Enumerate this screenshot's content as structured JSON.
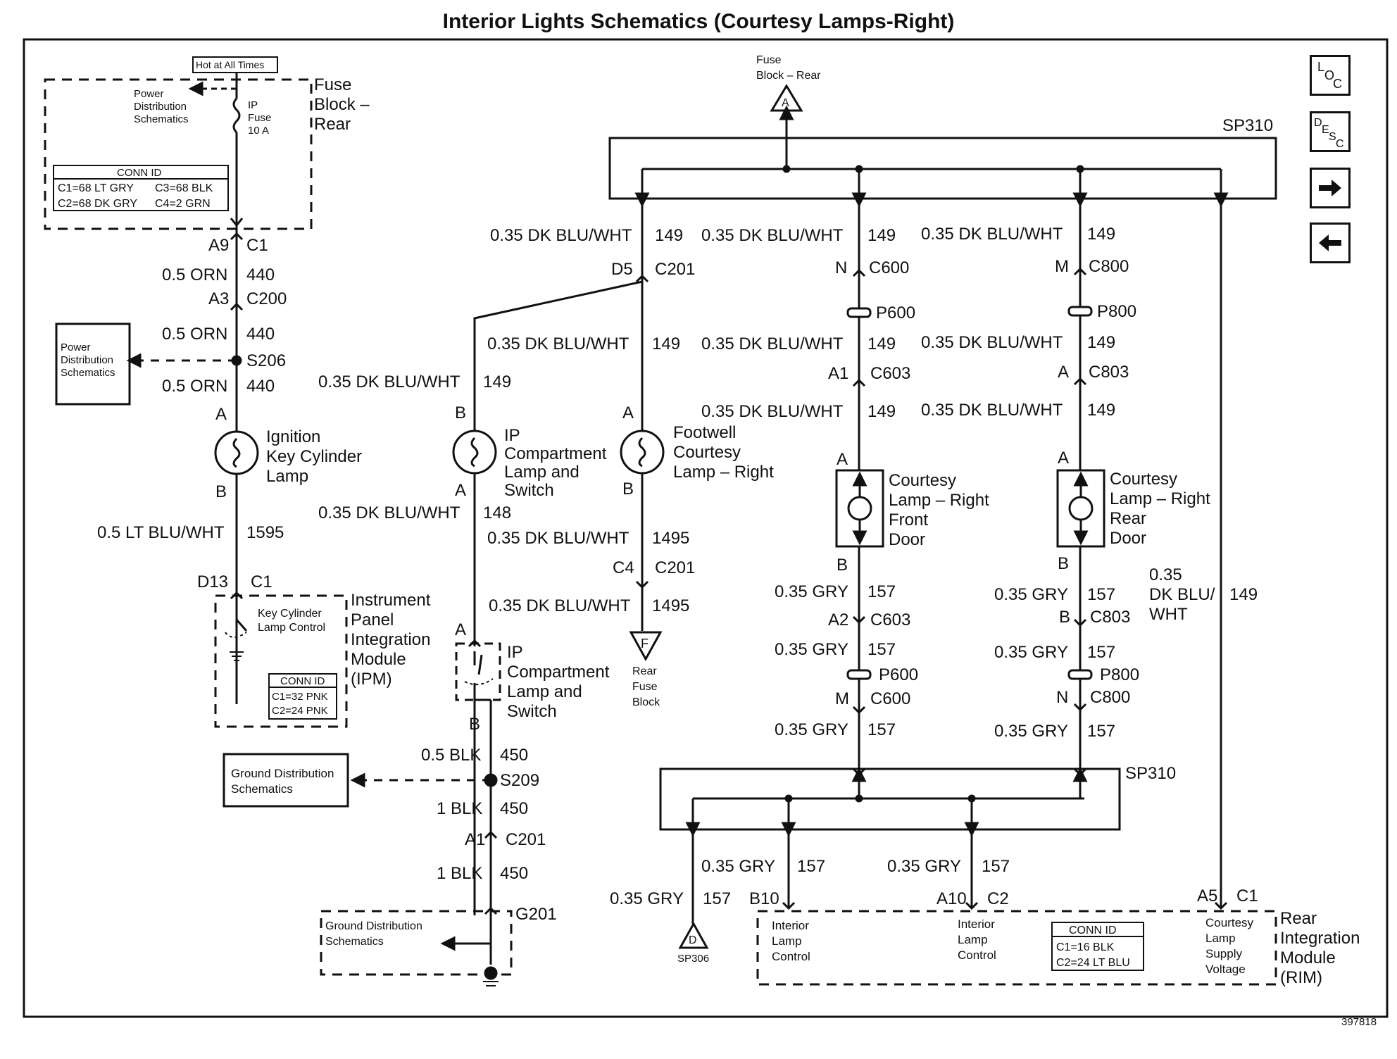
{
  "title": "Interior Lights Schematics (Courtesy Lamps-Right)",
  "doc_id": "397818",
  "nav": {
    "loc_label": [
      "L",
      "O",
      "C"
    ],
    "desc_label": [
      "D",
      "E",
      "S",
      "C"
    ]
  },
  "fuse_block": {
    "hot_label": "Hot at All Times",
    "name": [
      "Fuse",
      "Block –",
      "Rear"
    ],
    "power_dist": [
      "Power",
      "Distribution",
      "Schematics"
    ],
    "fuse": [
      "IP",
      "Fuse",
      "10 A"
    ],
    "conn_id": {
      "title": "CONN ID",
      "rows": [
        "C1=68 LT GRY",
        "C3=68 BLK",
        "C2=68 DK GRY",
        "C4=2 GRN"
      ]
    }
  },
  "left_column": {
    "a9": "A9",
    "c1": "C1",
    "w1_gauge": "0.5 ORN",
    "w1_num": "440",
    "a3": "A3",
    "c200": "C200",
    "w2_gauge": "0.5 ORN",
    "w2_num": "440",
    "power_box": [
      "Power",
      "Distribution",
      "Schematics"
    ],
    "s206": "S206",
    "w3_gauge": "0.5 ORN",
    "w3_num": "440",
    "pin_a": "A",
    "pin_b": "B",
    "lamp": [
      "Ignition",
      "Key Cylinder",
      "Lamp"
    ],
    "w4_gauge": "0.5 LT BLU/WHT",
    "w4_num": "1595",
    "d13": "D13",
    "c1b": "C1",
    "ipm_switch": [
      "Key Cylinder",
      "Lamp Control"
    ],
    "ipm_name": [
      "Instrument",
      "Panel",
      "Integration",
      "Module",
      "(IPM)"
    ],
    "ipm_conn": {
      "title": "CONN ID",
      "rows": [
        "C1=32 PNK",
        "C2=24 PNK"
      ]
    }
  },
  "middle_left": {
    "w1_gauge": "0.35 DK BLU/WHT",
    "w1_num": "149",
    "pin_b": "B",
    "lamp": [
      "IP",
      "Compartment",
      "Lamp and",
      "Switch"
    ],
    "pin_a": "A",
    "w2_gauge": "0.35 DK BLU/WHT",
    "w2_num": "148",
    "pin_a2": "A",
    "switch": [
      "IP",
      "Compartment",
      "Lamp and",
      "Switch"
    ],
    "pin_b2": "B",
    "w3_gauge": "0.5 BLK",
    "w3_num": "450",
    "ground_box": [
      "Ground Distribution",
      "Schematics"
    ],
    "s209": "S209",
    "w4_gauge": "1 BLK",
    "w4_num": "450",
    "a1": "A1",
    "c201": "C201",
    "w5_gauge": "1 BLK",
    "w5_num": "450",
    "g201": "G201",
    "ground_box2": [
      "Ground Distribution",
      "Schematics"
    ]
  },
  "middle": {
    "w1_gauge": "0.35 DK BLU/WHT",
    "w1_num": "149",
    "d5": "D5",
    "c201": "C201",
    "w2_gauge": "0.35 DK BLU/WHT",
    "w2_num": "149",
    "pin_a": "A",
    "pin_b": "B",
    "lamp": [
      "Footwell",
      "Courtesy",
      "Lamp – Right"
    ],
    "w3_gauge": "0.35 DK BLU/WHT",
    "w3_num": "1495",
    "c4": "C4",
    "c201b": "C201",
    "w4_gauge": "0.35 DK BLU/WHT",
    "w4_num": "1495",
    "ref_f": "F",
    "ref_f_label": [
      "Rear",
      "Fuse",
      "Block"
    ]
  },
  "top": {
    "fuse_label": [
      "Fuse",
      "Block – Rear"
    ],
    "ref_a": "A",
    "sp310": "SP310"
  },
  "front_door": {
    "w1_gauge": "0.35 DK BLU/WHT",
    "w1_num": "149",
    "n": "N",
    "c600": "C600",
    "p600": "P600",
    "w2_gauge": "0.35 DK BLU/WHT",
    "w2_num": "149",
    "a1": "A1",
    "c603": "C603",
    "w3_gauge": "0.35 DK BLU/WHT",
    "w3_num": "149",
    "pin_a": "A",
    "pin_b": "B",
    "lamp": [
      "Courtesy",
      "Lamp – Right",
      "Front",
      "Door"
    ],
    "w4_gauge": "0.35 GRY",
    "w4_num": "157",
    "a2": "A2",
    "c603b": "C603",
    "w5_gauge": "0.35 GRY",
    "w5_num": "157",
    "p600b": "P600",
    "m": "M",
    "c600b": "C600",
    "w6_gauge": "0.35 GRY",
    "w6_num": "157"
  },
  "rear_door": {
    "w1_gauge": "0.35 DK BLU/WHT",
    "w1_num": "149",
    "m": "M",
    "c800": "C800",
    "p800": "P800",
    "w2_gauge": "0.35 DK BLU/WHT",
    "w2_num": "149",
    "a": "A",
    "c803": "C803",
    "w3_gauge": "0.35 DK BLU/WHT",
    "w3_num": "149",
    "pin_a": "A",
    "pin_b": "B",
    "lamp": [
      "Courtesy",
      "Lamp – Right",
      "Rear",
      "Door"
    ],
    "w4_gauge": "0.35 GRY",
    "w4_num": "157",
    "b": "B",
    "c803b": "C803",
    "w5_gauge": "0.35 GRY",
    "w5_num": "157",
    "p800b": "P800",
    "n": "N",
    "c800b": "C800",
    "w6_gauge": "0.35 GRY",
    "w6_num": "157"
  },
  "right_wire": {
    "gauge": [
      "0.35",
      "DK BLU/",
      "WHT"
    ],
    "num": "149"
  },
  "bottom": {
    "sp310": "SP310",
    "w1_gauge": "0.35 GRY",
    "w1_num": "157",
    "w2_gauge": "0.35 GRY",
    "w2_num": "157",
    "w3_gauge": "0.35 GRY",
    "w3_num": "157",
    "ref_d": "D",
    "sp306": "SP306",
    "b10": "B10",
    "a10": "A10",
    "c2": "C2",
    "a5": "A5",
    "c1": "C1",
    "rim_pin1": [
      "Interior",
      "Lamp",
      "Control"
    ],
    "rim_pin2": [
      "Interior",
      "Lamp",
      "Control"
    ],
    "rim_pin3": [
      "Courtesy",
      "Lamp",
      "Supply",
      "Voltage"
    ],
    "rim_conn": {
      "title": "CONN ID",
      "rows": [
        "C1=16 BLK",
        "C2=24 LT BLU"
      ]
    },
    "rim_name": [
      "Rear",
      "Integration",
      "Module",
      "(RIM)"
    ]
  }
}
